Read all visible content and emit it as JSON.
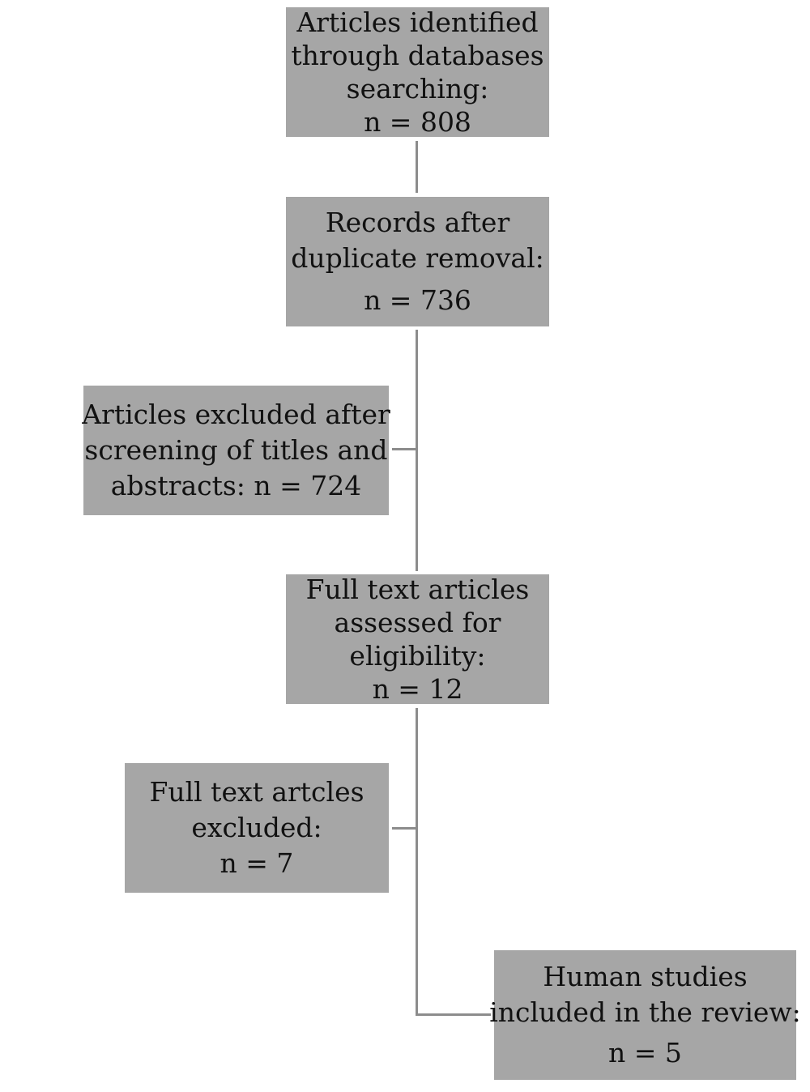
{
  "flowchart": {
    "box_color": "#a6a6a6",
    "line_color": "#8c8c8c",
    "identified": {
      "lines": [
        "Articles identified",
        "through databases",
        "searching:",
        "n = 808"
      ]
    },
    "after_duplicates": {
      "lines": [
        "Records after",
        "duplicate removal:",
        "n = 736"
      ]
    },
    "excluded_screening": {
      "lines": [
        "Articles excluded after",
        "screening of titles and",
        "abstracts: n = 724"
      ]
    },
    "full_text_assessed": {
      "lines": [
        "Full text articles",
        "assessed for",
        "eligibility:",
        "n = 12"
      ]
    },
    "full_text_excluded": {
      "lines": [
        "Full text artcles",
        "excluded:",
        "n = 7"
      ]
    },
    "included": {
      "lines": [
        "Human studies",
        "included in the review:",
        "n = 5"
      ]
    }
  }
}
